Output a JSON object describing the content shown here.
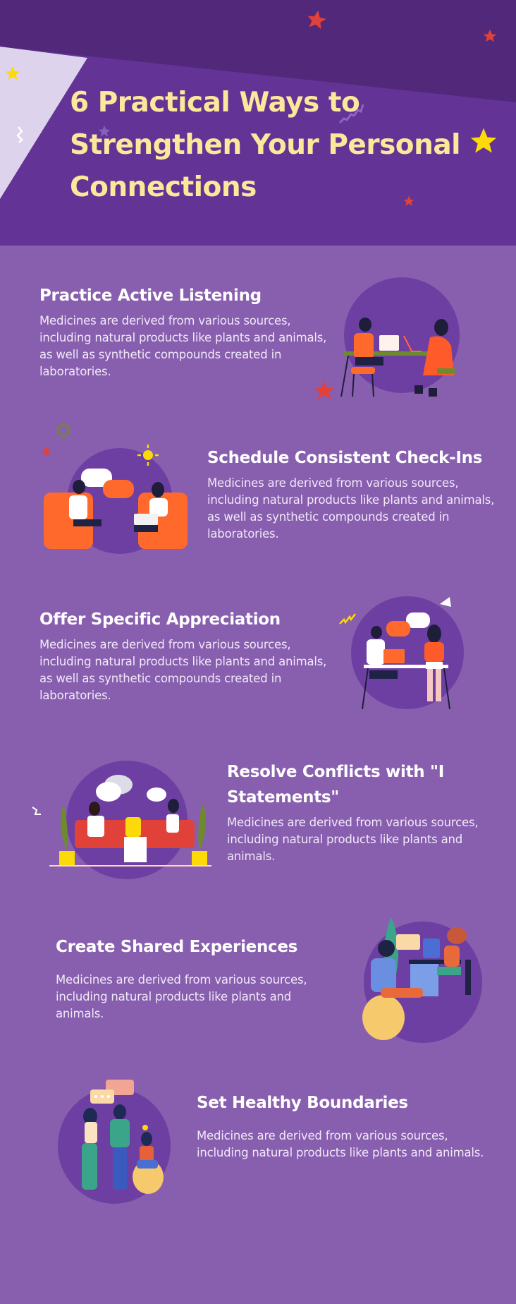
{
  "header": {
    "title": "6 Practical Ways to Strengthen Your Personal Connections",
    "colors": {
      "band_dark": "#52287a",
      "band_main": "#633396",
      "panel_light": "#ddd3ec",
      "title": "#fce79a",
      "star_red": "#e0423a",
      "star_yellow": "#fcd908"
    }
  },
  "page": {
    "background": "#885eae",
    "circle": "#6e3fa3"
  },
  "sections": [
    {
      "title": "Practice Active Listening",
      "body": "Medicines are derived from various sources, including natural products like plants and animals, as well as synthetic compounds created in laboratories.",
      "illustration": "two-people-at-table-with-laptops"
    },
    {
      "title": "Schedule Consistent Check-Ins",
      "body": "Medicines are derived from various sources, including natural products like plants and animals, as well as synthetic compounds created in laboratories.",
      "illustration": "two-people-in-armchairs-chatting"
    },
    {
      "title": "Offer Specific Appreciation",
      "body": "Medicines are derived from various sources, including natural products like plants and animals, as well as synthetic compounds created in laboratories.",
      "illustration": "coworkers-at-standing-desk"
    },
    {
      "title": "Resolve Conflicts with \"I Statements\"",
      "body": "Medicines are derived from various sources, including natural products like plants and animals.",
      "illustration": "three-people-on-sofa-talking"
    },
    {
      "title": "Create Shared Experiences",
      "body": "Medicines are derived from various sources, including natural products like plants and animals.",
      "illustration": "people-relaxing-and-working"
    },
    {
      "title": "Set Healthy Boundaries",
      "body": "Medicines are derived from various sources, including natural products like plants and animals.",
      "illustration": "three-friends-chatting"
    }
  ]
}
